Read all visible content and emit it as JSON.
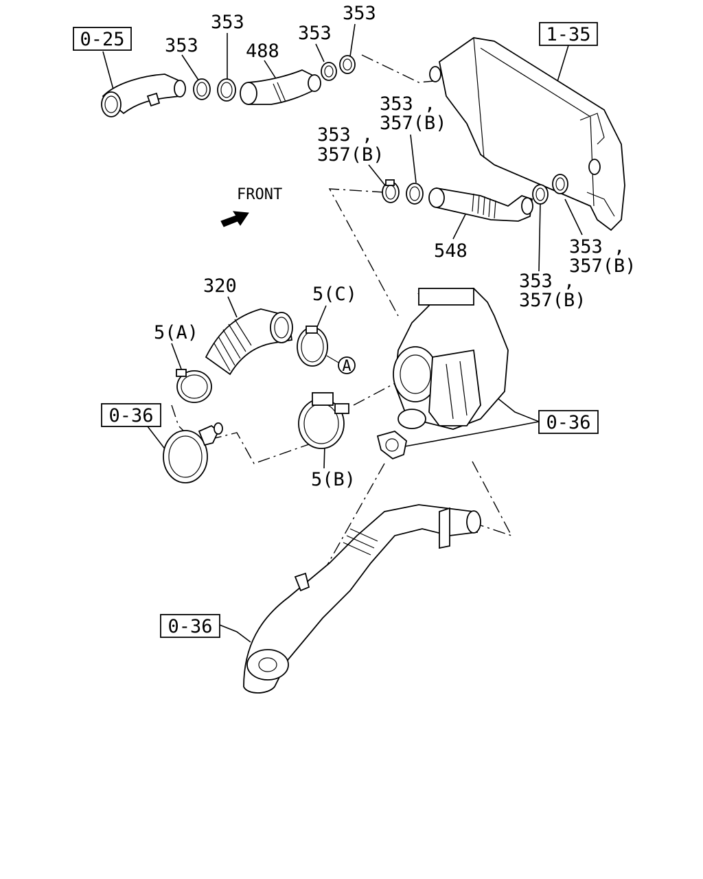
{
  "diagram": {
    "refs": {
      "ref_0_25": "0-25",
      "ref_1_35": "1-35",
      "ref_0_36_a": "0-36",
      "ref_0_36_b": "0-36",
      "ref_0_36_c": "0-36"
    },
    "labels": {
      "p353_1": "353",
      "p353_2": "353",
      "p488": "488",
      "p353_3": "353",
      "p353_4": "353",
      "p353_357_a1": "353 ,",
      "p353_357_a2": "357(B)",
      "p353_357_b1": "353 ,",
      "p353_357_b2": "357(B)",
      "front": "FRONT",
      "p548": "548",
      "p353_357_c1": "353 ,",
      "p353_357_c2": "357(B)",
      "p353_357_d1": "353 ,",
      "p353_357_d2": "357(B)",
      "p320": "320",
      "p5c": "5(C)",
      "p5a": "5(A)",
      "pA": "A",
      "p5b": "5(B)"
    }
  }
}
